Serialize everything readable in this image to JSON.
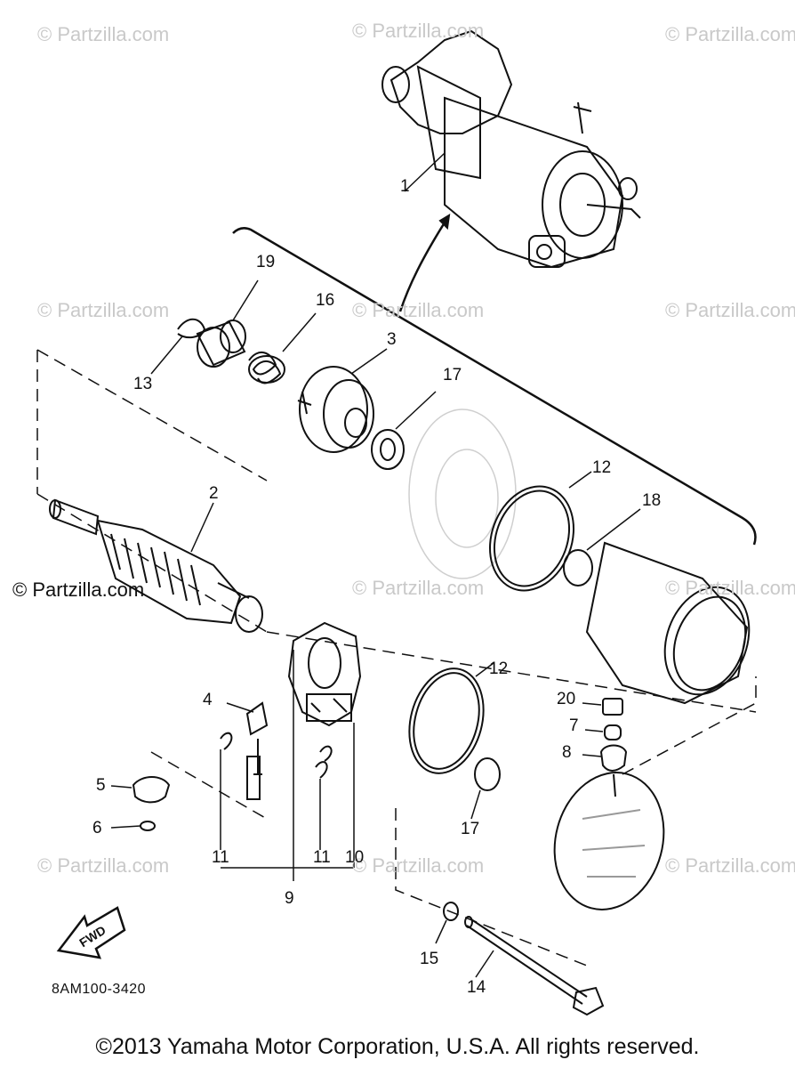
{
  "watermarks": {
    "text": "© Partzilla.com",
    "featured": "© Partzilla.com"
  },
  "callouts": {
    "p1": "1",
    "p2": "2",
    "p3": "3",
    "p4": "4",
    "p5": "5",
    "p6": "6",
    "p7": "7",
    "p8": "8",
    "p9": "9",
    "p10": "10",
    "p11a": "11",
    "p11b": "11",
    "p12a": "12",
    "p12b": "12",
    "p13": "13",
    "p14": "14",
    "p15": "15",
    "p16": "16",
    "p17a": "17",
    "p17b": "17",
    "p18": "18",
    "p19": "19",
    "p20": "20"
  },
  "fwd_label": "FWD",
  "diagram_code": "8AM100-3420",
  "copyright": "©2013 Yamaha Motor Corporation, U.S.A. All rights reserved."
}
